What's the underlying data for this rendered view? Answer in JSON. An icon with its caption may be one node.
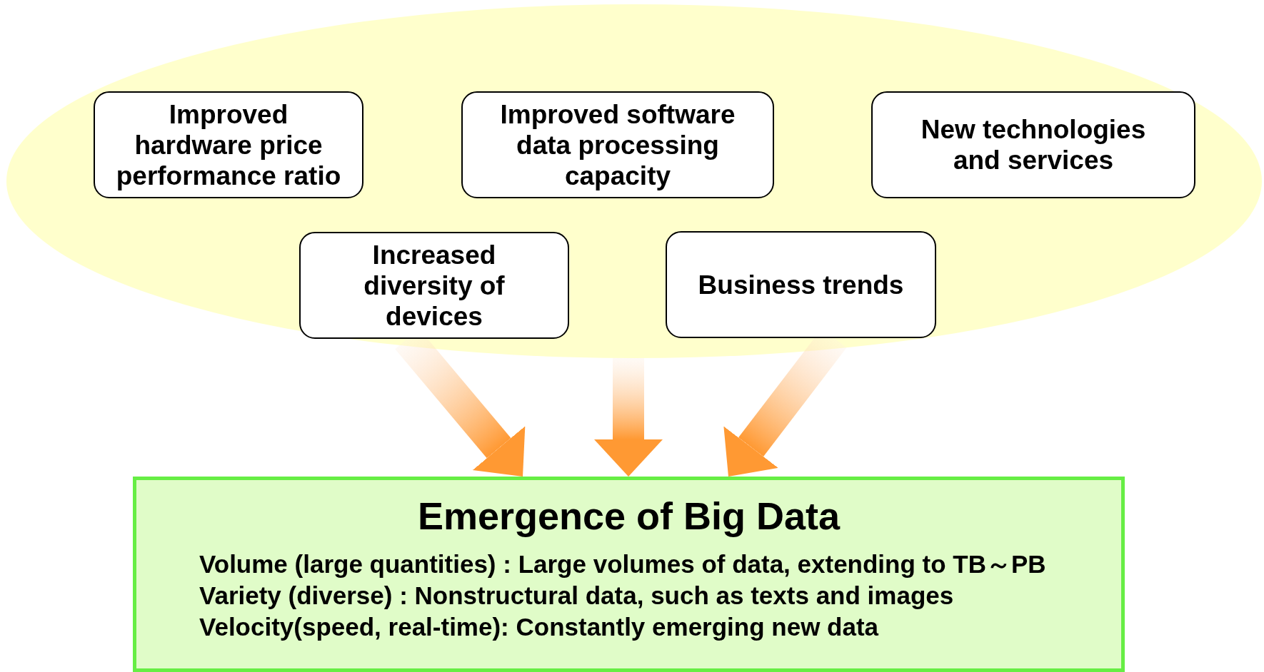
{
  "diagram": {
    "nodes": [
      {
        "text": [],
        "shape": "ellipse"
      },
      {
        "text": [
          "Improved hardware price performance ratio"
        ],
        "in": 0
      },
      {
        "text": [
          "Improved software data processing capacity"
        ],
        "in": 0
      },
      {
        "text": [
          "New technologies and services"
        ],
        "in": 0
      },
      {
        "text": [
          "Increased diversity of devices"
        ],
        "in": 0
      },
      {
        "text": [
          "Business trends"
        ],
        "in": 0
      },
      {
        "text": [
          "Emergence of Big Data",
          "Volume (large quantities) : Large volumes of data, extending to TB～PB",
          "Variety (diverse) : Nonstructural data, such as texts and images",
          "Velocity(speed, real-time): Constantly emerging new data"
        ]
      }
    ],
    "edges": [
      {
        "from": 4,
        "to": 6,
        "arrow": "to",
        "style": "thick"
      },
      {
        "from": 0,
        "to": 6,
        "arrow": "to",
        "style": "thick"
      },
      {
        "from": 5,
        "to": 6,
        "arrow": "to",
        "style": "thick"
      }
    ]
  }
}
